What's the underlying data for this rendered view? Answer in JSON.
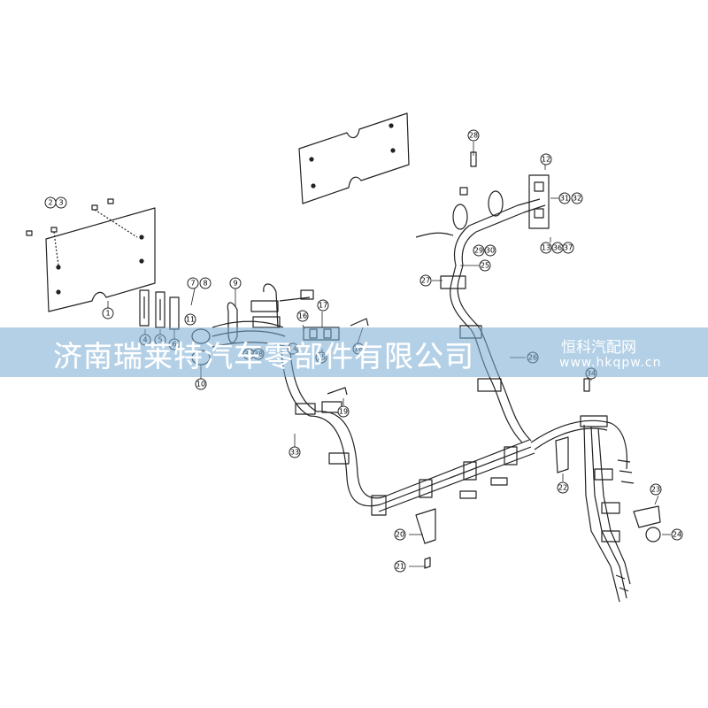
{
  "watermark": {
    "main": "济南瑞莱特汽车零部件有限公司",
    "brand": "恒科汽配网",
    "url": "www.hkqpw.cn"
  },
  "callouts": {
    "c1": "1",
    "c2": "2",
    "c3": "3",
    "c4": "4",
    "c5": "5",
    "c6": "6",
    "c7": "7",
    "c8": "8",
    "c9": "9",
    "c10": "10",
    "c11": "11",
    "c12": "12",
    "c13": "13",
    "c14": "14",
    "c15": "15",
    "c16": "16",
    "c17": "17",
    "c18": "18",
    "c19": "19",
    "c20": "20",
    "c21": "21",
    "c22": "22",
    "c23": "23",
    "c24": "24",
    "c25": "25",
    "c26": "26",
    "c27": "27",
    "c28": "28",
    "c29": "29",
    "c30": "30",
    "c31": "31",
    "c32": "32",
    "c33": "33",
    "c34": "34",
    "c35": "35",
    "c36": "36",
    "c37": "37",
    "c38": "38"
  }
}
